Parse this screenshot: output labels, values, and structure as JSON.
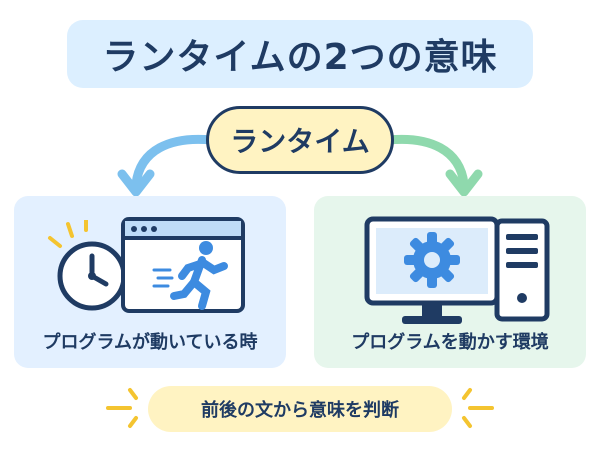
{
  "title": "ランタイムの2つの意味",
  "center_label": "ランタイム",
  "left_panel": {
    "label": "プログラムが動いている時"
  },
  "right_panel": {
    "label": "プログラムを動かす環境"
  },
  "footer_note": "前後の文から意味を判断",
  "colors": {
    "navy": "#1f3b63",
    "title_bg": "#dcefff",
    "pill_bg": "#fff3c2",
    "left_bg": "#e3f0ff",
    "right_bg": "#e6f6ec",
    "arrow_blue": "#7cc0ee",
    "arrow_green": "#8fd9ad",
    "accent_blue": "#3d8be0",
    "sparkle_yellow": "#f4c430"
  },
  "icons": [
    "clock-icon",
    "running-person-icon",
    "browser-window-icon",
    "monitor-icon",
    "gear-icon",
    "pc-tower-icon",
    "arrow-left-icon",
    "arrow-right-icon",
    "sparkle-icon"
  ]
}
